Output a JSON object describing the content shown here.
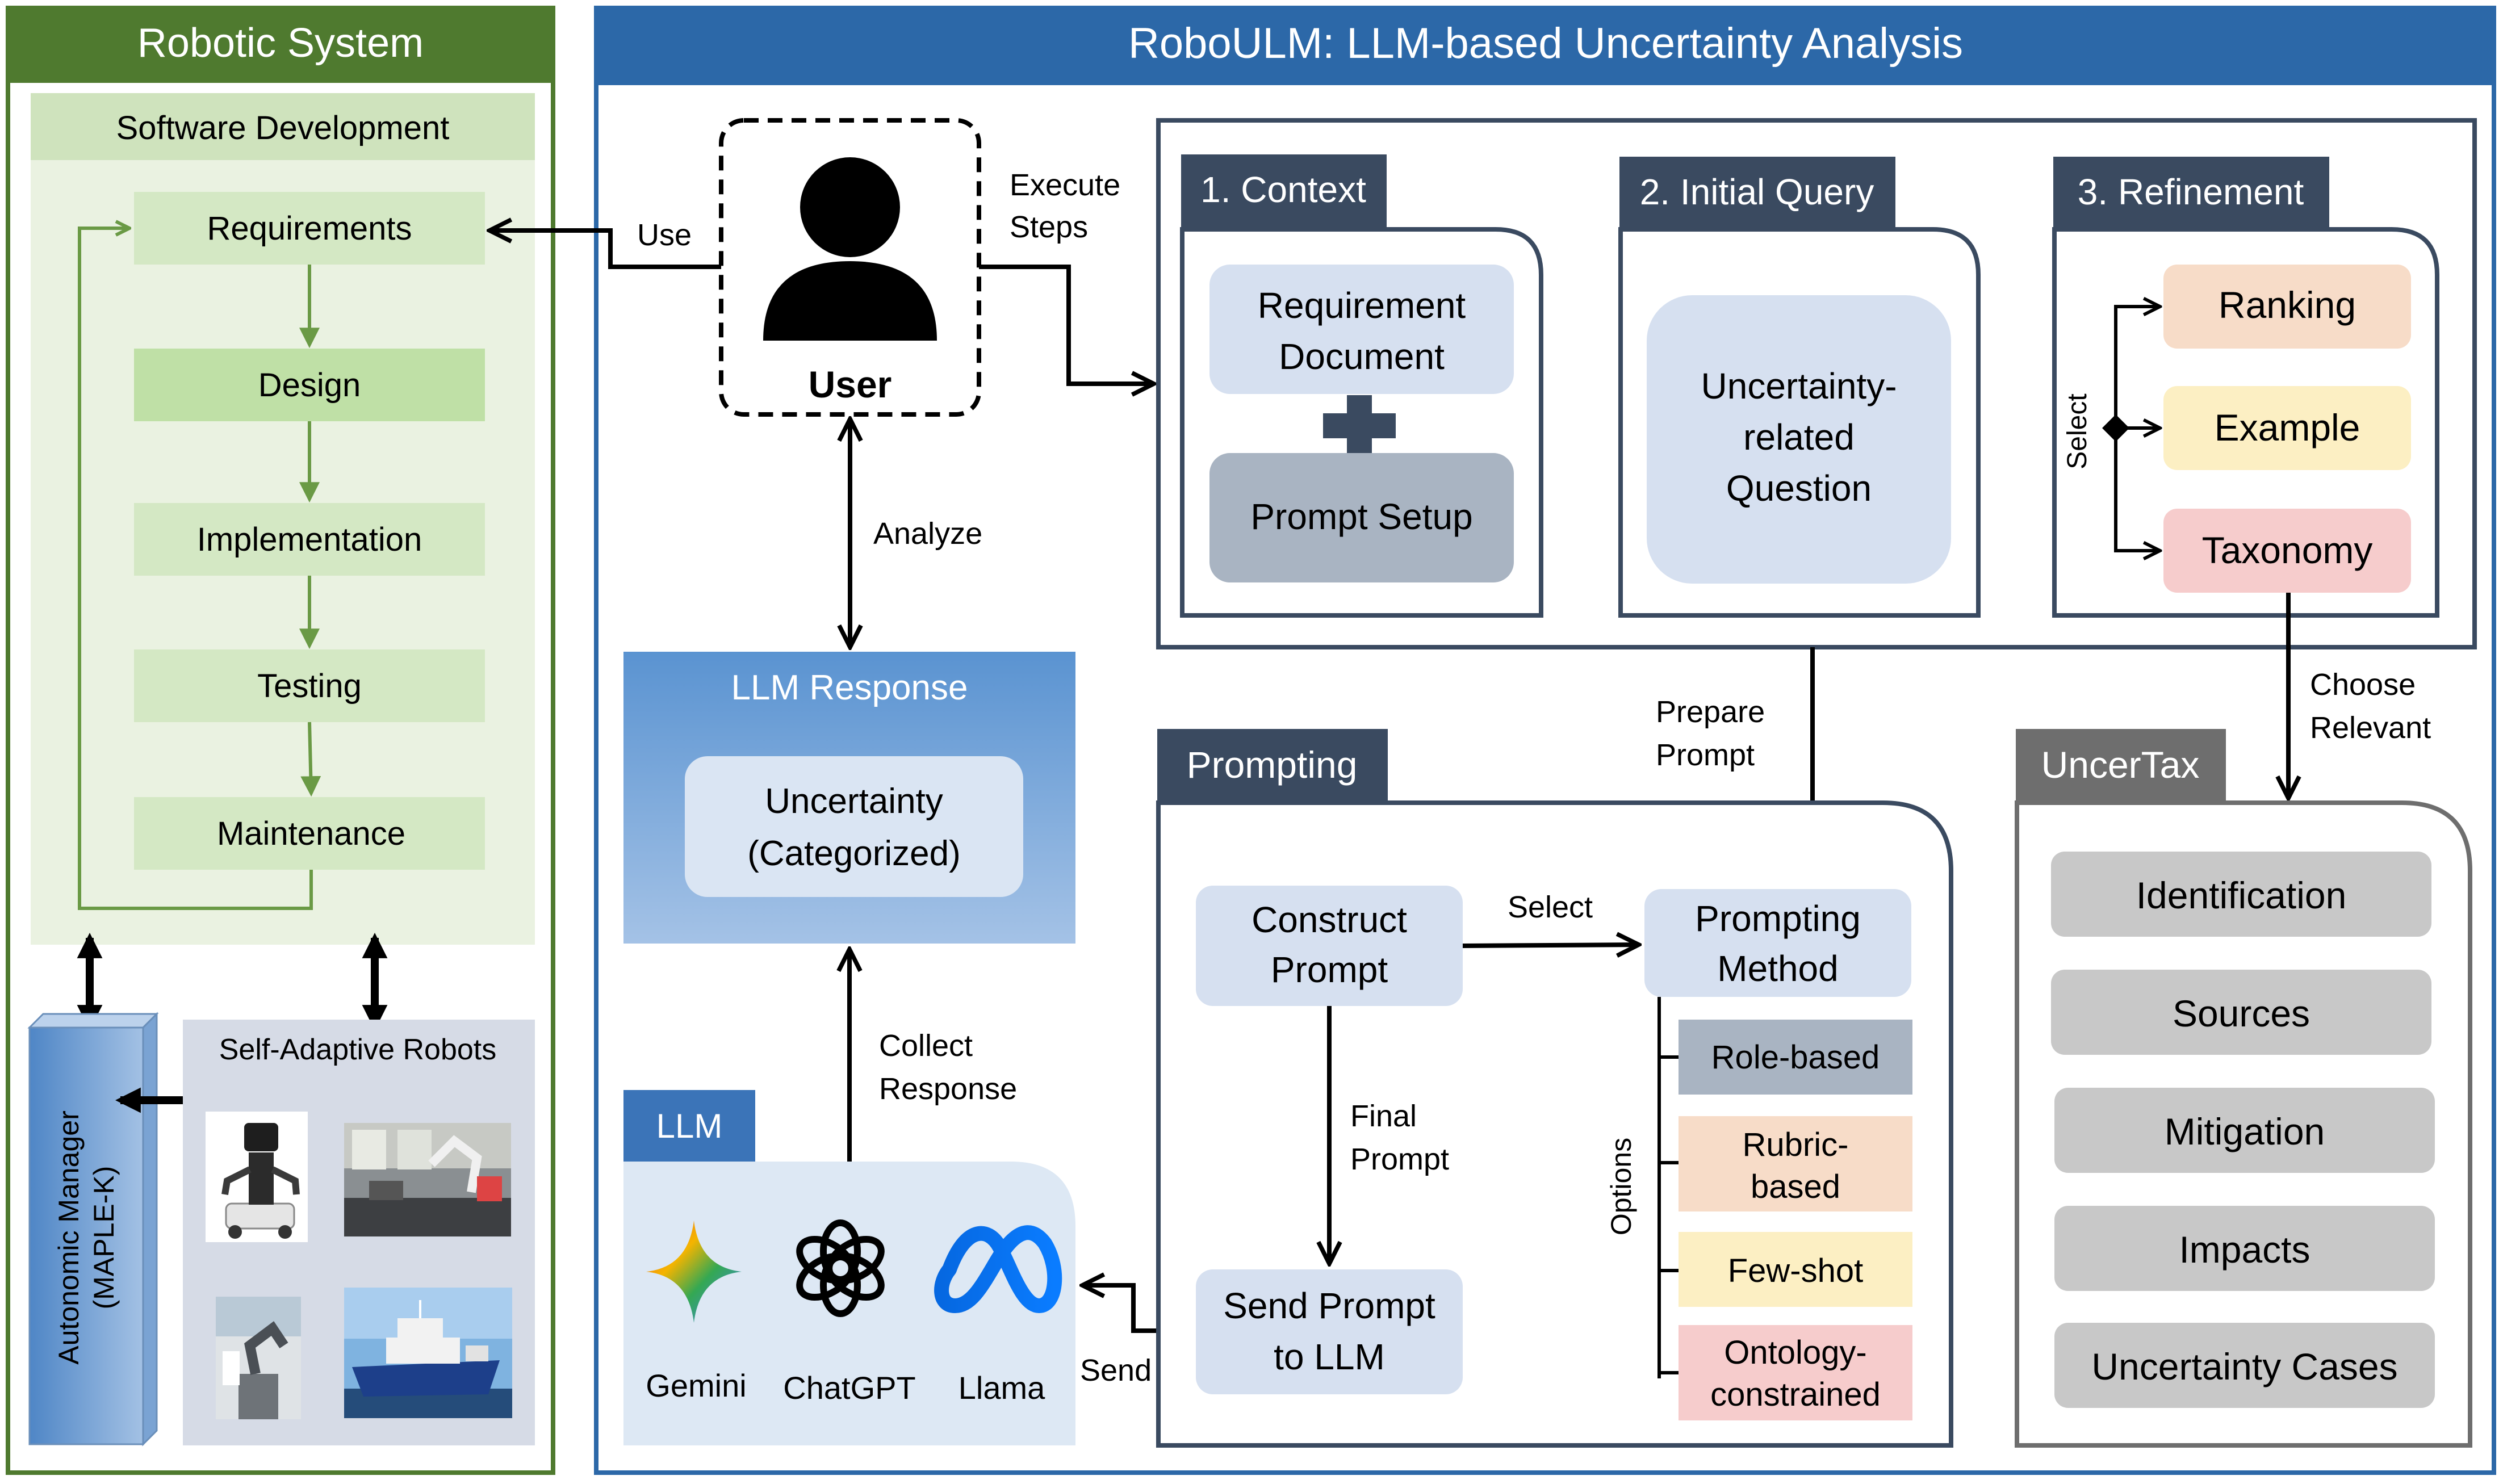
{
  "robotic_system": {
    "title": "Robotic System",
    "software_development": "Software Development",
    "phases": [
      "Requirements",
      "Design",
      "Implementation",
      "Testing",
      "Maintenance"
    ],
    "autonomic_manager": [
      "Autonomic Manager",
      "(MAPLE-K)"
    ],
    "self_adaptive_robots": "Self-Adaptive Robots"
  },
  "roboulm": {
    "title": "RoboULM: LLM-based Uncertainty Analysis",
    "user_label": "User",
    "edge_labels": {
      "use": "Use",
      "execute_steps": [
        "Execute",
        "Steps"
      ],
      "analyze": "Analyze",
      "collect_response": [
        "Collect",
        "Response"
      ],
      "prepare_prompt": [
        "Prepare",
        "Prompt"
      ],
      "choose_relevant": [
        "Choose",
        "Relevant"
      ],
      "select_method": "Select",
      "final_prompt": [
        "Final",
        "Prompt"
      ],
      "send": "Send",
      "select_refinement": "Select",
      "options": "Options"
    },
    "context": {
      "tab": "1. Context",
      "requirement_document": [
        "Requirement",
        "Document"
      ],
      "plus": "+",
      "prompt_setup": "Prompt Setup"
    },
    "initial_query": {
      "tab": "2. Initial Query",
      "question": [
        "Uncertainty-",
        "related",
        "Question"
      ]
    },
    "refinement": {
      "tab": "3. Refinement",
      "options": [
        "Ranking",
        "Example",
        "Taxonomy"
      ]
    },
    "llm_response": {
      "title": "LLM Response",
      "content": [
        "Uncertainty",
        "(Categorized)"
      ]
    },
    "llm": {
      "tab": "LLM",
      "models": [
        "Gemini",
        "ChatGPT",
        "Llama"
      ]
    },
    "prompting": {
      "tab": "Prompting",
      "construct_prompt": [
        "Construct",
        "Prompt"
      ],
      "prompting_method": [
        "Prompting",
        "Method"
      ],
      "send_prompt": [
        "Send Prompt",
        "to LLM"
      ],
      "methods": [
        [
          "Role-based"
        ],
        [
          "Rubric-",
          "based"
        ],
        [
          "Few-shot"
        ],
        [
          "Ontology-",
          "constrained"
        ]
      ]
    },
    "uncertax": {
      "tab": "UncerTax",
      "items": [
        "Identification",
        "Sources",
        "Mitigation",
        "Impacts",
        "Uncertainty Cases"
      ]
    }
  },
  "colors": {
    "green_dark": "#4f7a2f",
    "green_panel": "#eaf2e1",
    "green_box": "#d4e8c4",
    "blue_header": "#2c68a8",
    "navy": "#3a4a60",
    "light_blue_box": "#d6e0f0",
    "gray_box": "#a9b4c2",
    "peach": "#f7dcc8",
    "yellow": "#fcefc3",
    "pink": "#f6cccc",
    "uncertax_gray": "#c8c8c8"
  },
  "icons": {
    "user": "user-silhouette-icon",
    "gemini": "gemini-star-icon",
    "chatgpt": "chatgpt-knot-icon",
    "llama": "meta-infinity-icon",
    "robots": "robot-photo-icon"
  }
}
